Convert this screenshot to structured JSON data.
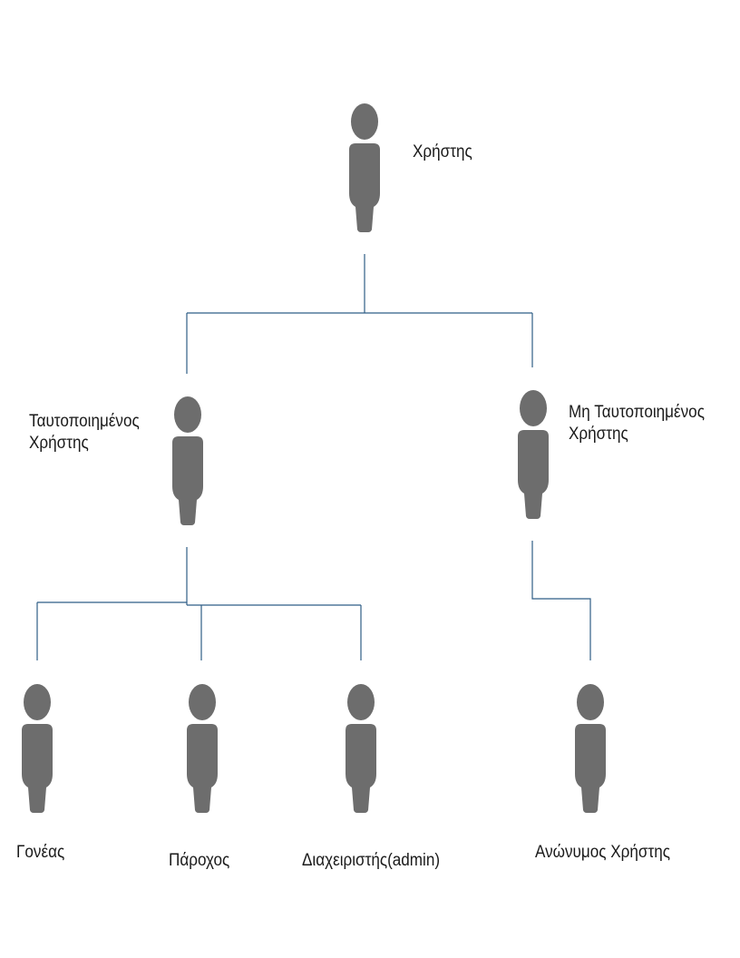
{
  "colors": {
    "person": "#6d6d6d",
    "connector": "#2f5d86",
    "text": "#1a1a1a"
  },
  "nodes": {
    "user": {
      "label": "Χρήστης",
      "icon": "person-icon"
    },
    "authenticated": {
      "label_lines": [
        "Ταυτοποιημένος",
        "Χρήστης"
      ],
      "icon": "person-icon"
    },
    "unauthenticated": {
      "label_lines": [
        "Μη Ταυτοποιημένος",
        "Χρήστης"
      ],
      "icon": "person-icon"
    },
    "parent": {
      "label": "Γονέας",
      "icon": "person-icon"
    },
    "provider": {
      "label": "Πάροχος",
      "icon": "person-icon"
    },
    "admin": {
      "label": "Διαχειριστής(admin)",
      "icon": "person-icon"
    },
    "anonymous": {
      "label": "Ανώνυμος Χρήστης",
      "icon": "person-icon"
    }
  }
}
